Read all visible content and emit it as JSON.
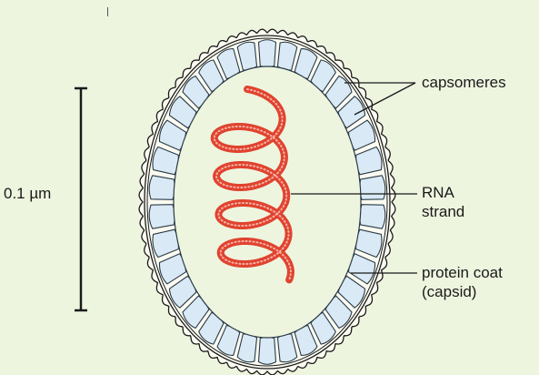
{
  "scale_bar": {
    "label": "0.1 µm"
  },
  "labels": {
    "capsomeres": "capsomeres",
    "rna_line1": "RNA",
    "rna_line2": "strand",
    "coat_line1": "protein coat",
    "coat_line2": "(capsid)"
  },
  "colors": {
    "background": "#eef5df",
    "capsomere_fill": "#d9eaf6",
    "capsomere_stroke": "#2a3a46",
    "rna": "#e0432f",
    "envelope_fill": "#fbfbf1",
    "outline": "#1a1a1a"
  },
  "capsomere_count": 34
}
